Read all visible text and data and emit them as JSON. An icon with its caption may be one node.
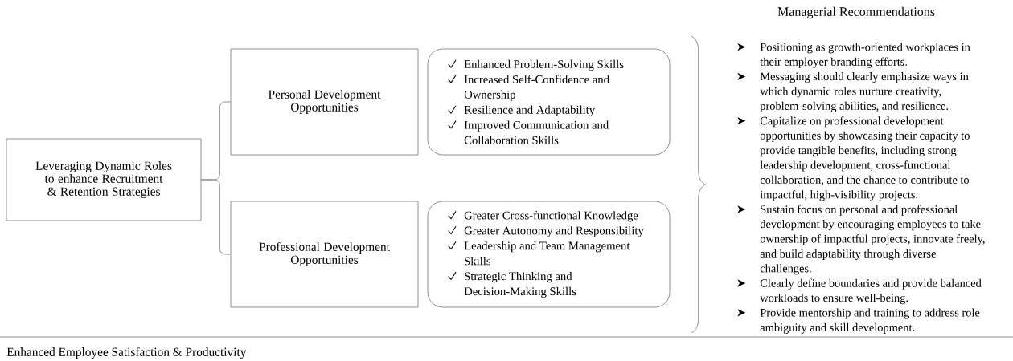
{
  "diagram": {
    "nodes": [
      {
        "text": [
          "Leveraging Dynamic Roles to enhance Recruitment & Retention Strategies"
        ]
      },
      {
        "text": [
          "Personal Development Opportunities"
        ]
      },
      {
        "text": [
          "Professional Development Opportunities"
        ]
      },
      {
        "text": [
          "Enhanced Problem-Solving Skills",
          "Increased Self-Confidence and Ownership",
          "Resilience and Adaptability",
          "Improved Communication and Collaboration Skills"
        ]
      },
      {
        "text": [
          "Greater Cross-functional Knowledge",
          "Greater Autonomy and Responsibility",
          "Leadership and Team Management Skills",
          "Strategic Thinking and Decision-Making Skills"
        ]
      }
    ],
    "edges": [
      {
        "from": 0,
        "to": 1,
        "arrow": "none"
      },
      {
        "from": 0,
        "to": 2,
        "arrow": "none"
      }
    ],
    "labels": [
      "Managerial Recommendations",
      "Positioning as growth-oriented workplaces in their employer branding efforts.",
      "Messaging should clearly emphasize ways in which dynamic roles nurture creativity, problem-solving abilities, and resilience.",
      "Capitalize on professional development opportunities by showcasing their capacity to provide tangible benefits, including strong leadership development, cross-functional collaboration, and the chance to contribute to impactful, high-visibility projects.",
      "Sustain focus on personal and professional development by encouraging employees to take ownership of impactful projects, innovate freely, and build adaptability through diverse challenges.",
      "Clearly define boundaries and provide balanced workloads to ensure well-being.",
      "Provide mentorship and training to address role ambiguity and skill development.",
      "Enhanced Employee Satisfaction & Productivity"
    ]
  }
}
